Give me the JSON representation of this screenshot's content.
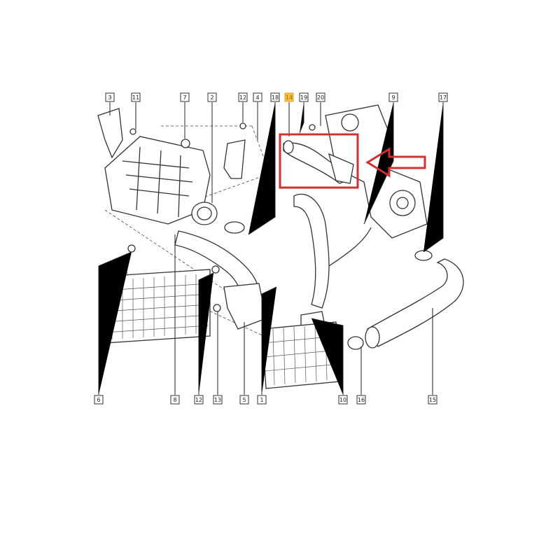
{
  "diagram": {
    "title": "Intake air / turbo hose exploded parts diagram",
    "highlight_color": "#d32f2f",
    "highlighted_part": "14",
    "top_labels": [
      "3",
      "11",
      "7",
      "2",
      "12",
      "4",
      "18",
      "14",
      "19",
      "20",
      "9",
      "17"
    ],
    "bottom_labels": [
      "6",
      "8",
      "12",
      "13",
      "5",
      "1",
      "10",
      "16",
      "15"
    ]
  }
}
